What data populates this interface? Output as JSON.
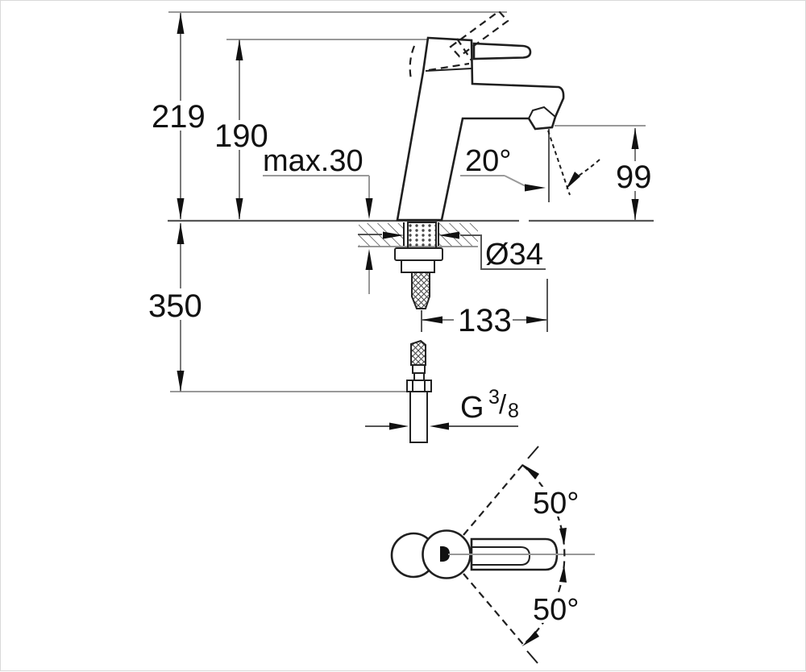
{
  "drawing": {
    "type": "technical-dimension-drawing",
    "subject": "single-lever basin mixer faucet: side elevation with installation dimensions and top view of handle swing range",
    "units": "mm"
  },
  "labels": {
    "total_height": "219",
    "lever_height": "190",
    "max_deck_thickness": "max.30",
    "spout_angle": "20°",
    "outlet_height": "99",
    "hole_diameter": "Ø34",
    "supply_hose_length": "350",
    "spout_projection": "133",
    "thread": {
      "prefix": "G",
      "numerator": "3",
      "slash": "/",
      "denominator": "8"
    },
    "swing_angle_upper": "50°",
    "swing_angle_lower": "50°"
  },
  "colors": {
    "background": "#ffffff",
    "object_line": "#1f1f1f",
    "dimension_line": "#7a7a7a",
    "extension_line": "#999999",
    "arrow": "#111111",
    "text": "#111111"
  }
}
